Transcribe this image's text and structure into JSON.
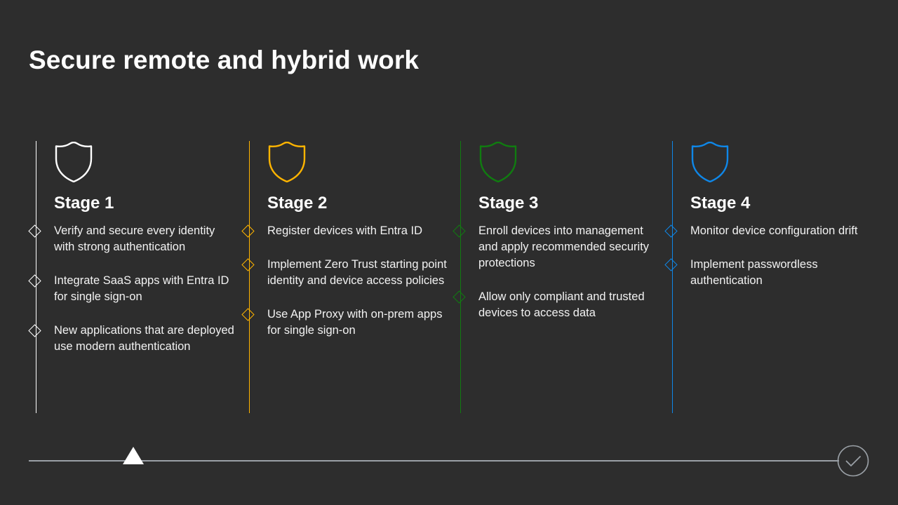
{
  "slide": {
    "title": "Secure remote and hybrid work",
    "background_color": "#2d2d2d",
    "text_color": "#ffffff"
  },
  "stages": [
    {
      "heading": "Stage 1",
      "icon": "shield-icon",
      "accent_color": "#ffffff",
      "bullets": [
        "Verify and secure every identity with strong authentication",
        "Integrate SaaS apps with Entra ID for single sign-on",
        "New applications that are deployed use modern authentication"
      ]
    },
    {
      "heading": "Stage 2",
      "icon": "shield-icon",
      "accent_color": "#ffb400",
      "bullets": [
        "Register devices with Entra ID",
        "Implement Zero Trust starting point identity and device access policies",
        "Use App Proxy with on-prem apps for single sign-on"
      ]
    },
    {
      "heading": "Stage 3",
      "icon": "shield-icon",
      "accent_color": "#107c10",
      "bullets": [
        "Enroll devices into management and apply recommended security protections",
        "Allow only compliant and trusted devices to access data"
      ]
    },
    {
      "heading": "Stage 4",
      "icon": "shield-icon",
      "accent_color": "#0f87e8",
      "bullets": [
        "Monitor device configuration drift",
        "Implement passwordless authentication"
      ]
    }
  ],
  "timeline": {
    "line_color": "#9aa0a6",
    "marker_icon": "triangle-marker-icon",
    "marker_color": "#ffffff",
    "end_icon": "check-circle-icon",
    "end_color": "#9aa0a6"
  }
}
